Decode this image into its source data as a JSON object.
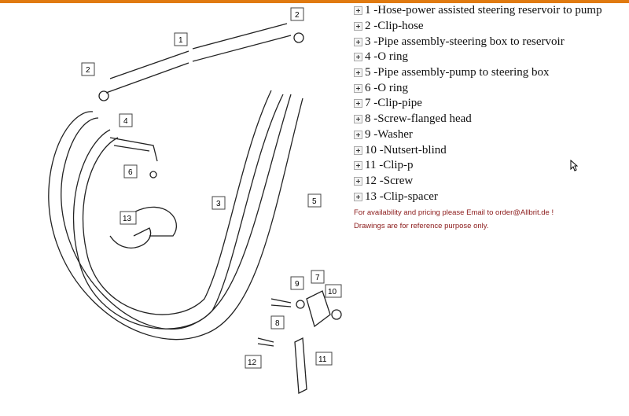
{
  "parts": [
    {
      "label": "1 -Hose-power assisted steering reservoir to pump"
    },
    {
      "label": "2 -Clip-hose"
    },
    {
      "label": "3 -Pipe assembly-steering box to reservoir"
    },
    {
      "label": "4 -O ring"
    },
    {
      "label": "5 -Pipe assembly-pump to steering box"
    },
    {
      "label": "6 -O ring"
    },
    {
      "label": "7 -Clip-pipe"
    },
    {
      "label": "8 -Screw-flanged head"
    },
    {
      "label": "9 -Washer"
    },
    {
      "label": "10 -Nutsert-blind"
    },
    {
      "label": "11 -Clip-p"
    },
    {
      "label": "12 -Screw"
    },
    {
      "label": "13 -Clip-spacer"
    }
  ],
  "notes": {
    "availability": "For availability and pricing please Email to order@Allbrit.de !",
    "reference": "Drawings are for reference purpose only."
  },
  "callouts": [
    "1",
    "2",
    "2",
    "4",
    "6",
    "13",
    "3",
    "5",
    "9",
    "7",
    "10",
    "8",
    "11",
    "12"
  ],
  "colors": {
    "accent": "#e07a10",
    "note": "#8b1a1a"
  }
}
